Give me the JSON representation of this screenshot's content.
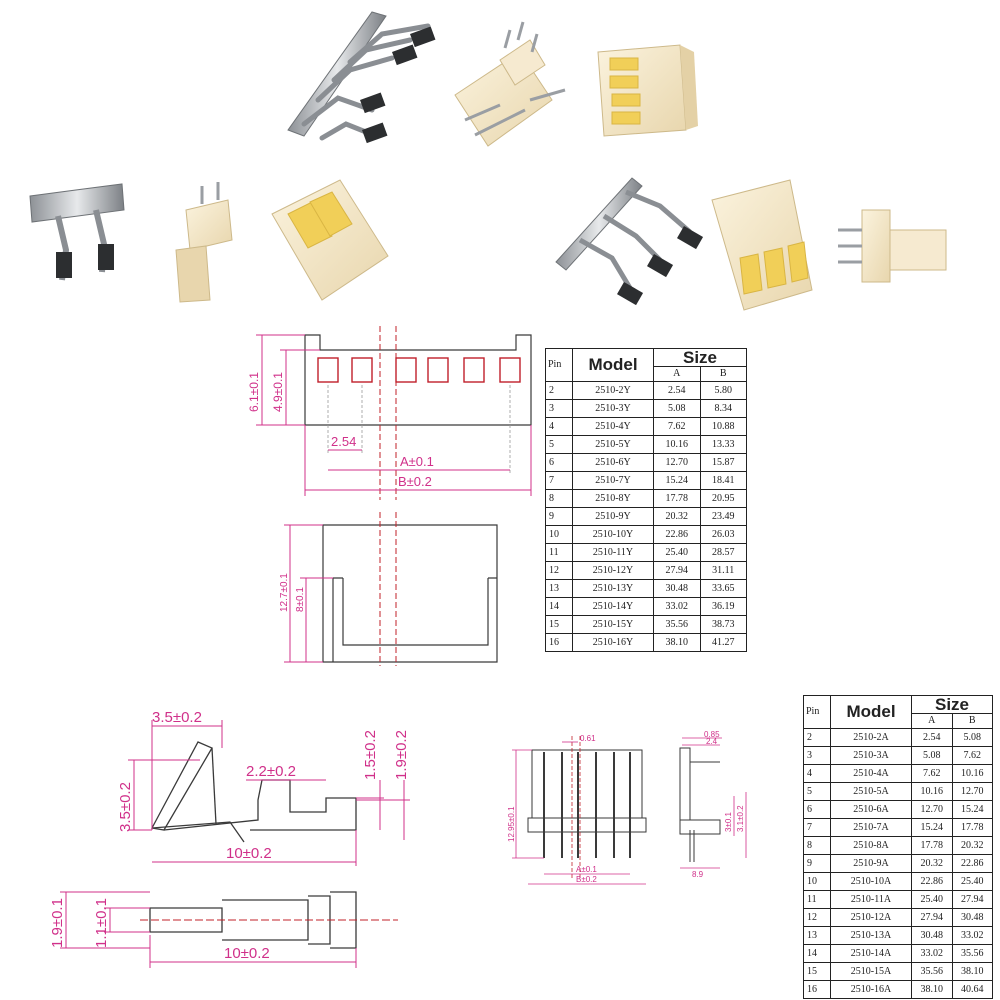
{
  "table_y": {
    "headers": {
      "pin": "Pin",
      "model": "Model",
      "size": "Size",
      "a": "A",
      "b": "B"
    },
    "rows": [
      [
        "2",
        "2510-2Y",
        "2.54",
        "5.80"
      ],
      [
        "3",
        "2510-3Y",
        "5.08",
        "8.34"
      ],
      [
        "4",
        "2510-4Y",
        "7.62",
        "10.88"
      ],
      [
        "5",
        "2510-5Y",
        "10.16",
        "13.33"
      ],
      [
        "6",
        "2510-6Y",
        "12.70",
        "15.87"
      ],
      [
        "7",
        "2510-7Y",
        "15.24",
        "18.41"
      ],
      [
        "8",
        "2510-8Y",
        "17.78",
        "20.95"
      ],
      [
        "9",
        "2510-9Y",
        "20.32",
        "23.49"
      ],
      [
        "10",
        "2510-10Y",
        "22.86",
        "26.03"
      ],
      [
        "11",
        "2510-11Y",
        "25.40",
        "28.57"
      ],
      [
        "12",
        "2510-12Y",
        "27.94",
        "31.11"
      ],
      [
        "13",
        "2510-13Y",
        "30.48",
        "33.65"
      ],
      [
        "14",
        "2510-14Y",
        "33.02",
        "36.19"
      ],
      [
        "15",
        "2510-15Y",
        "35.56",
        "38.73"
      ],
      [
        "16",
        "2510-16Y",
        "38.10",
        "41.27"
      ]
    ]
  },
  "table_a": {
    "headers": {
      "pin": "Pin",
      "model": "Model",
      "size": "Size",
      "a": "A",
      "b": "B"
    },
    "rows": [
      [
        "2",
        "2510-2A",
        "2.54",
        "5.08"
      ],
      [
        "3",
        "2510-3A",
        "5.08",
        "7.62"
      ],
      [
        "4",
        "2510-4A",
        "7.62",
        "10.16"
      ],
      [
        "5",
        "2510-5A",
        "10.16",
        "12.70"
      ],
      [
        "6",
        "2510-6A",
        "12.70",
        "15.24"
      ],
      [
        "7",
        "2510-7A",
        "15.24",
        "17.78"
      ],
      [
        "8",
        "2510-8A",
        "17.78",
        "20.32"
      ],
      [
        "9",
        "2510-9A",
        "20.32",
        "22.86"
      ],
      [
        "10",
        "2510-10A",
        "22.86",
        "25.40"
      ],
      [
        "11",
        "2510-11A",
        "25.40",
        "27.94"
      ],
      [
        "12",
        "2510-12A",
        "27.94",
        "30.48"
      ],
      [
        "13",
        "2510-13A",
        "30.48",
        "33.02"
      ],
      [
        "14",
        "2510-14A",
        "33.02",
        "35.56"
      ],
      [
        "15",
        "2510-15A",
        "35.56",
        "38.10"
      ],
      [
        "16",
        "2510-16A",
        "38.10",
        "40.64"
      ]
    ]
  },
  "housing_dims": {
    "h_outer": "6.1±0.1",
    "h_inner": "4.9±0.1",
    "pitch": "2.54",
    "a_dim": "A±0.1",
    "b_dim": "B±0.2",
    "side_h": "12.7±0.1",
    "side_inner": "8±0.1"
  },
  "terminal_dims": {
    "loop_w": "3.5±0.2",
    "loop_h": "3.5±0.2",
    "crimp_w": "2.2±0.2",
    "h1": "1.5±0.2",
    "h2": "1.9±0.2",
    "len": "10±0.2",
    "top_h1": "1.9±0.1",
    "top_h2": "1.1±0.1",
    "top_len": "10±0.2"
  },
  "header_dims": {
    "pitch_small": "0.61",
    "height": "12.95±0.1",
    "a_dim": "A±0.1",
    "b_dim": "B±0.2",
    "side_t1": "0.85",
    "side_t2": "2.4",
    "side_h1": "3.1±0.2",
    "side_h2": "3±0.1",
    "side_w": "8.9"
  },
  "colors": {
    "dimension": "#d0308a",
    "housing_outline": "#3a3a3a",
    "centerline": "#c0202a",
    "cavity": "#c0202a",
    "nylon": "#f3e6c8",
    "nylon_dark": "#e2cfa2",
    "metal": "#b9bcc0",
    "metal_dark": "#6e7276"
  }
}
